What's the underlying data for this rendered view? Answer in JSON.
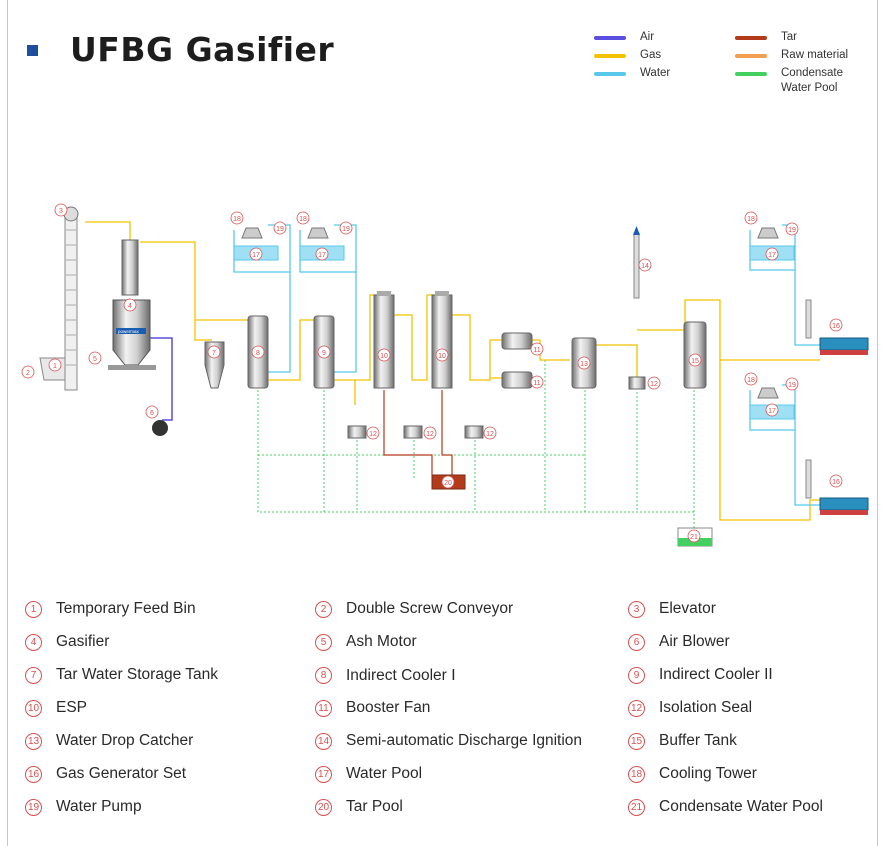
{
  "header": {
    "title": "UFBG Gasifier"
  },
  "legend": [
    {
      "label": "Air",
      "color": "#5a4fe0"
    },
    {
      "label": "Gas",
      "color": "#f2c200"
    },
    {
      "label": "Water",
      "color": "#58c8ea"
    },
    {
      "label": "Tar",
      "color": "#b33a1a"
    },
    {
      "label": "Raw material",
      "color": "#f0a050"
    },
    {
      "label": "Condensate\nWater Pool",
      "color": "#44d060"
    }
  ],
  "parts": [
    {
      "num": "1",
      "label": "Temporary Feed Bin"
    },
    {
      "num": "2",
      "label": "Double Screw Conveyor"
    },
    {
      "num": "3",
      "label": "Elevator"
    },
    {
      "num": "4",
      "label": "Gasifier"
    },
    {
      "num": "5",
      "label": "Ash Motor"
    },
    {
      "num": "6",
      "label": "Air Blower"
    },
    {
      "num": "7",
      "label": "Tar Water Storage Tank"
    },
    {
      "num": "8",
      "label": "Indirect Cooler Ⅰ"
    },
    {
      "num": "9",
      "label": "Indirect Cooler II"
    },
    {
      "num": "10",
      "label": "ESP"
    },
    {
      "num": "11",
      "label": "Booster Fan"
    },
    {
      "num": "12",
      "label": "Isolation Seal"
    },
    {
      "num": "13",
      "label": "Water Drop Catcher"
    },
    {
      "num": "14",
      "label": "Semi-automatic Discharge Ignition"
    },
    {
      "num": "15",
      "label": "Buffer Tank"
    },
    {
      "num": "16",
      "label": "Gas  Generator Set"
    },
    {
      "num": "17",
      "label": "Water Pool"
    },
    {
      "num": "18",
      "label": "Cooling Tower"
    },
    {
      "num": "19",
      "label": "Water Pump"
    },
    {
      "num": "20",
      "label": "Tar Pool"
    },
    {
      "num": "21",
      "label": "Condensate Water Pool"
    }
  ],
  "diagram": {
    "brand": "powermax"
  }
}
